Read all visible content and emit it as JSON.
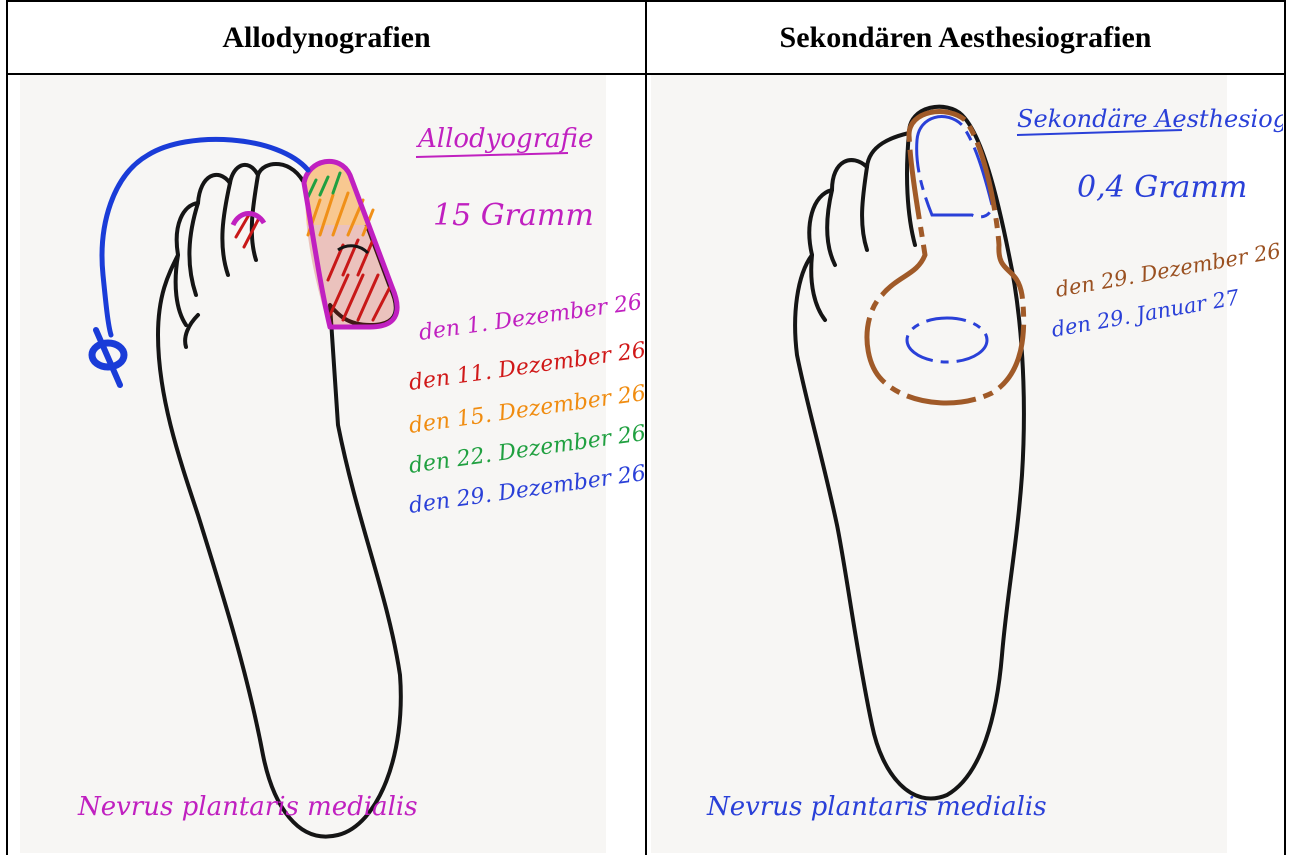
{
  "table": {
    "headers": [
      "Allodynografien",
      "Sekondären Aesthesiografien"
    ]
  },
  "left": {
    "title": "Allodyografie",
    "weight": "15 Gramm",
    "dates": [
      {
        "text": "den 1. Dezember 26",
        "color": "#c020c0"
      },
      {
        "text": "den 11. Dezember 26",
        "color": "#d01818"
      },
      {
        "text": "den 15. Dezember 26",
        "color": "#f08c10"
      },
      {
        "text": "den 22. Dezember 26",
        "color": "#20a040"
      },
      {
        "text": "den 29. Dezember 26",
        "color": "#2a40d8"
      }
    ],
    "nerve": "Nevrus plantaris medialis"
  },
  "right": {
    "title": "Sekondäre Aesthesiografie",
    "weight": "0,4 Gramm",
    "dates": [
      {
        "text": "den 29. Dezember 26",
        "color": "#9a5020"
      },
      {
        "text": "den 29. Januar 27",
        "color": "#2a40d8"
      }
    ],
    "nerve": "Nevrus plantaris medialis"
  },
  "colors": {
    "outline": "#151515",
    "blue": "#1a3cd8",
    "magenta": "#c020c0",
    "red": "#c81818",
    "orange": "#f09018",
    "green": "#20a040",
    "brown": "#a05a28"
  }
}
